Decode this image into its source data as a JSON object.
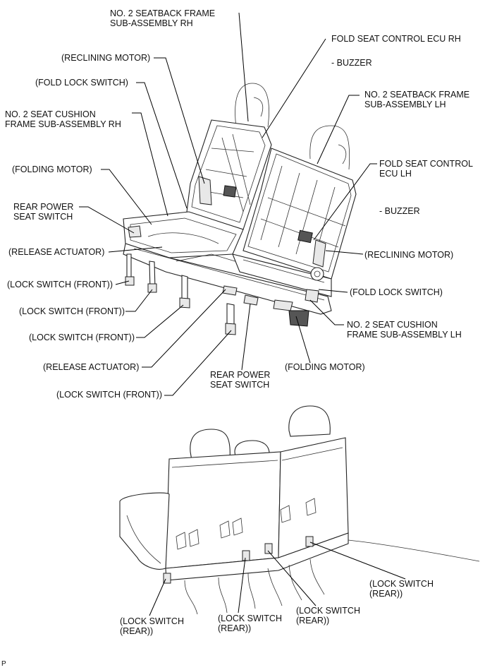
{
  "upper_labels": {
    "seatback_rh": [
      "NO. 2 SEATBACK FRAME",
      "SUB-ASSEMBLY RH"
    ],
    "fold_ecu_rh": [
      "FOLD SEAT CONTROL ECU RH"
    ],
    "buzzer_rh": [
      "- BUZZER"
    ],
    "reclining_motor_rh": [
      "(RECLINING MOTOR)"
    ],
    "fold_lock_switch_rh": [
      "(FOLD LOCK SWITCH)"
    ],
    "seat_cushion_rh": [
      "NO. 2 SEAT CUSHION",
      "FRAME SUB-ASSEMBLY RH"
    ],
    "seatback_lh": [
      "NO. 2 SEATBACK FRAME",
      "SUB-ASSEMBLY LH"
    ],
    "folding_motor_rh": [
      "(FOLDING MOTOR)"
    ],
    "fold_ecu_lh": [
      "FOLD SEAT CONTROL",
      "ECU LH"
    ],
    "rear_power_switch_rh": [
      "REAR POWER",
      "SEAT SWITCH"
    ],
    "buzzer_lh": [
      "- BUZZER"
    ],
    "release_actuator_rh": [
      "(RELEASE ACTUATOR)"
    ],
    "reclining_motor_lh": [
      "(RECLINING MOTOR)"
    ],
    "lock_switch_front_1": [
      "(LOCK SWITCH (FRONT))"
    ],
    "fold_lock_switch_lh": [
      "(FOLD LOCK SWITCH)"
    ],
    "lock_switch_front_2": [
      "(LOCK SWITCH (FRONT))"
    ],
    "seat_cushion_lh": [
      "NO. 2 SEAT CUSHION",
      "FRAME SUB-ASSEMBLY LH"
    ],
    "lock_switch_front_3": [
      "(LOCK SWITCH (FRONT))"
    ],
    "release_actuator_lh": [
      "(RELEASE ACTUATOR)"
    ],
    "rear_power_switch_lh": [
      "REAR POWER",
      "SEAT SWITCH"
    ],
    "folding_motor_lh": [
      "(FOLDING MOTOR)"
    ],
    "lock_switch_front_4": [
      "(LOCK SWITCH (FRONT))"
    ]
  },
  "lower_labels": {
    "lock_switch_rear_1": [
      "(LOCK SWITCH",
      "(REAR))"
    ],
    "lock_switch_rear_2": [
      "(LOCK SWITCH",
      "(REAR))"
    ],
    "lock_switch_rear_3": [
      "(LOCK SWITCH",
      "(REAR))"
    ],
    "lock_switch_rear_4": [
      "(LOCK SWITCH",
      "(REAR))"
    ]
  },
  "corner_mark": "P"
}
